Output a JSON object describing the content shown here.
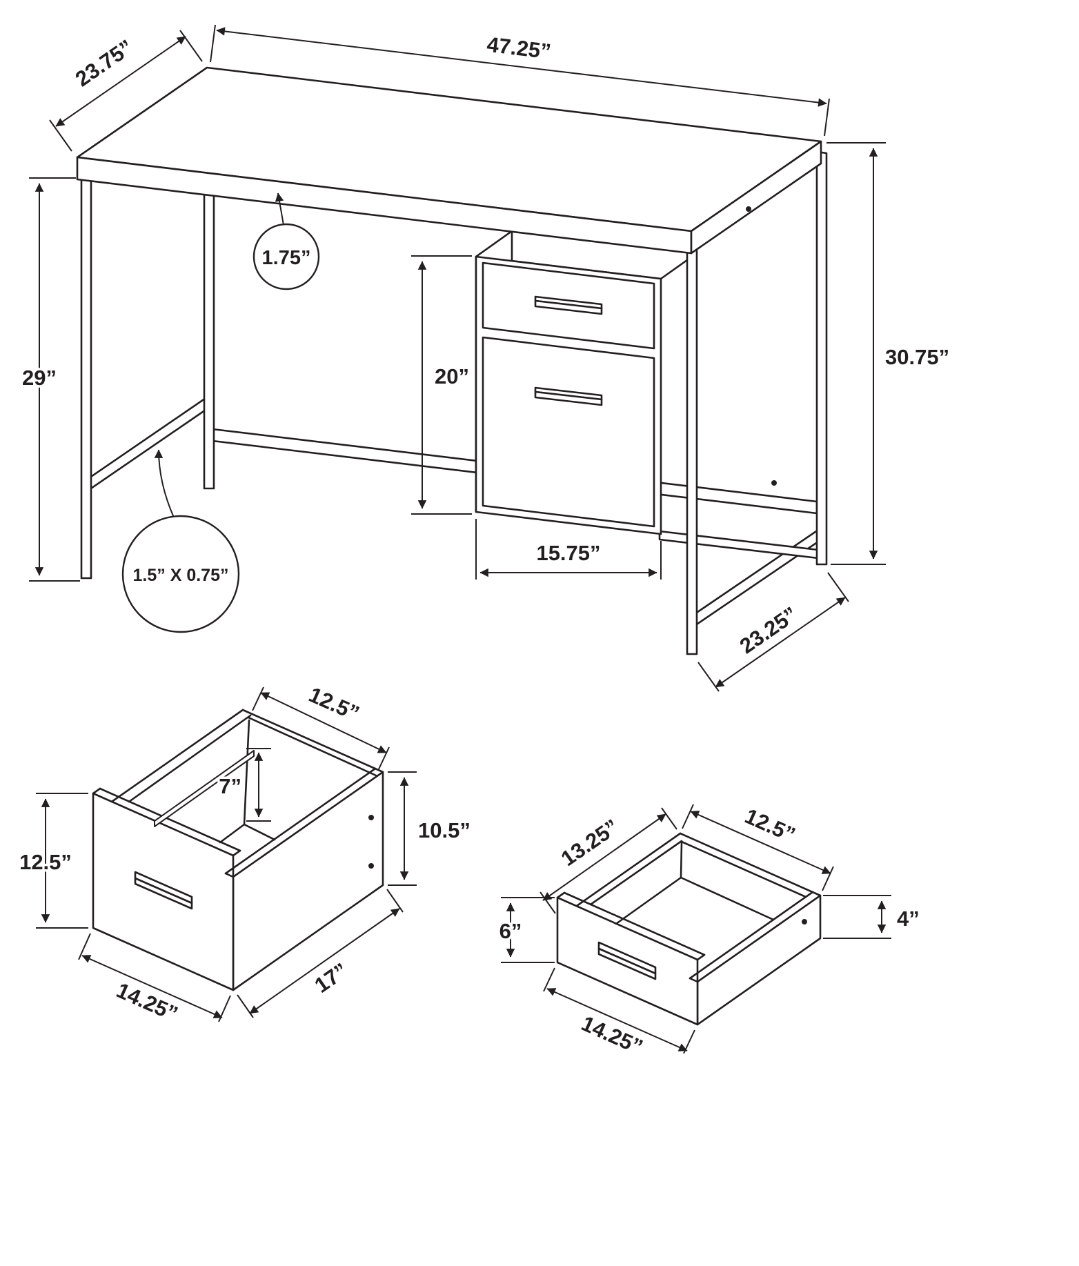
{
  "colors": {
    "line": "#231f20",
    "background": "#ffffff"
  },
  "desk_view": {
    "dims": {
      "top_length": "47.25”",
      "top_depth": "23.75”",
      "knee_height": "29”",
      "top_thickness": "1.75”",
      "drawer_unit_height": "20”",
      "overall_height": "30.75”",
      "drawer_unit_width": "15.75”",
      "side_depth": "23.25”",
      "frame_profile": "1.5” X 0.75”"
    }
  },
  "file_drawer_view": {
    "dims": {
      "opening_width": "12.5”",
      "rail_depth": "7”",
      "side_height": "10.5”",
      "front_height": "12.5”",
      "front_width": "14.25”",
      "side_length": "17”"
    }
  },
  "small_drawer_view": {
    "dims": {
      "side_length": "13.25”",
      "opening_width": "12.5”",
      "front_height": "6”",
      "side_height": "4”",
      "front_width": "14.25”"
    }
  }
}
